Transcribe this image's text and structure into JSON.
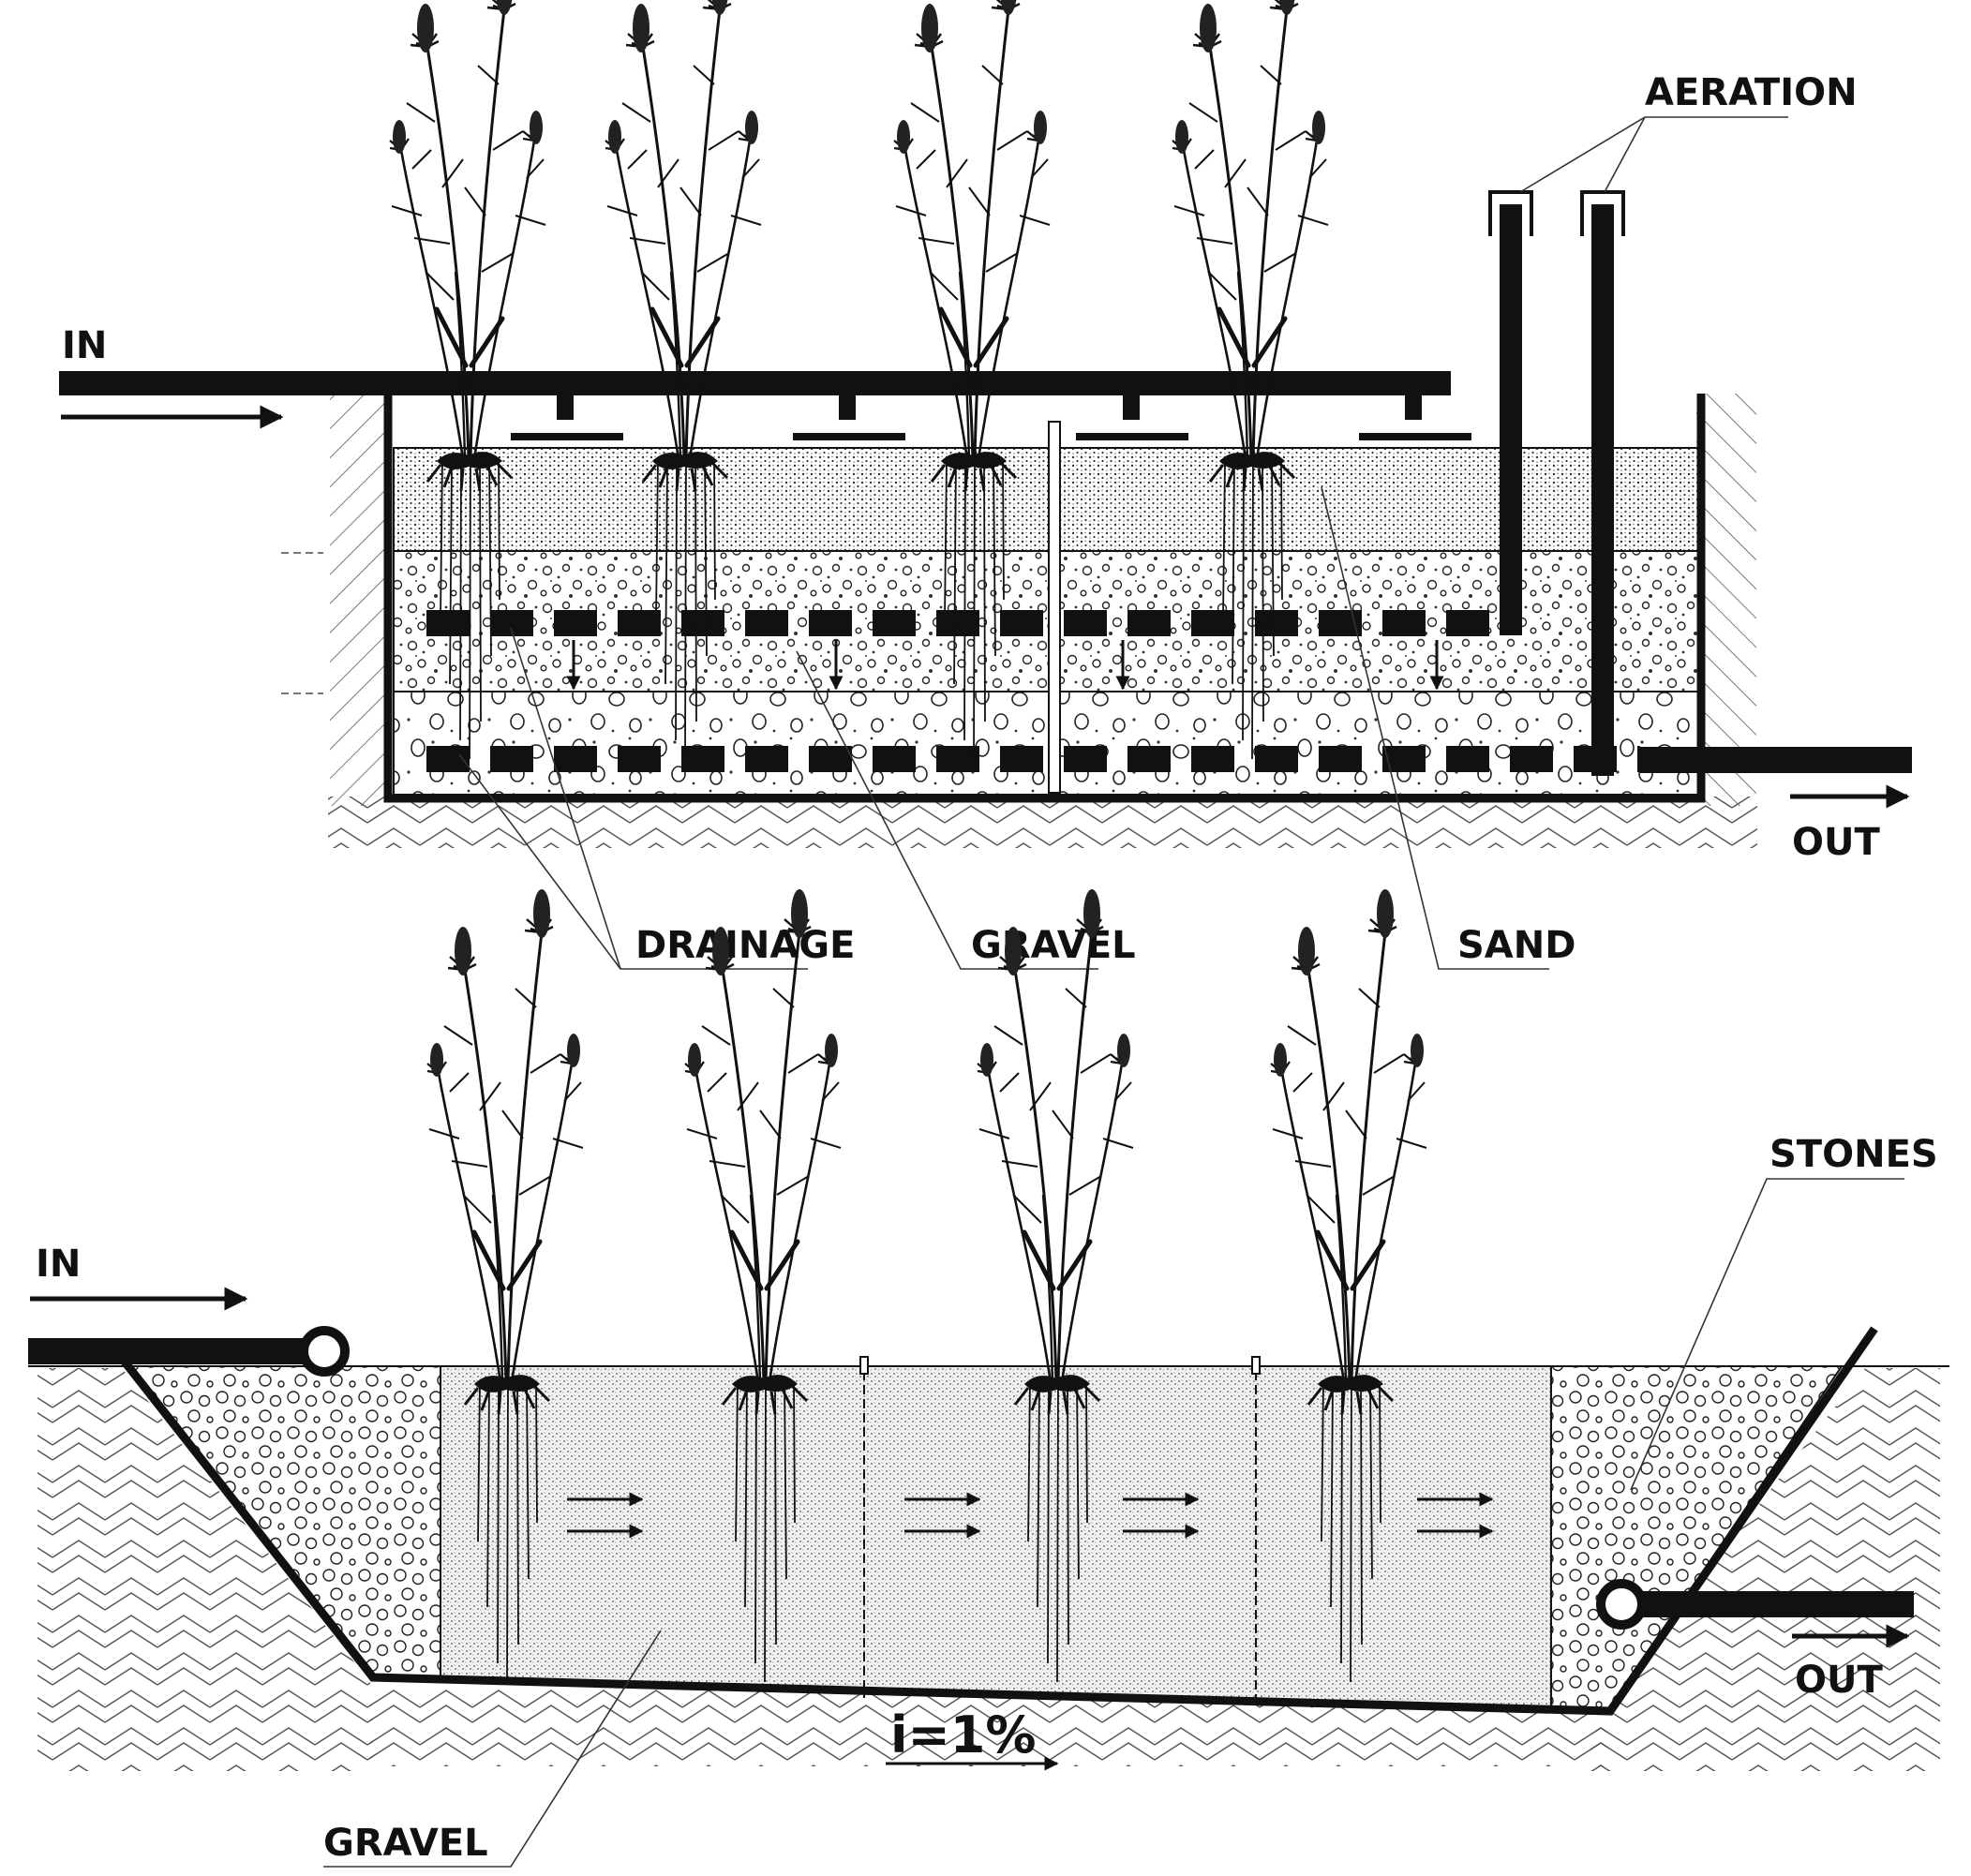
{
  "upper_section": {
    "inlet_label": "IN",
    "outlet_label": "OUT",
    "aeration_label": "AERATION",
    "drainage_label": "DRAINAGE",
    "gravel_label": "GRAVEL",
    "sand_label": "SAND"
  },
  "lower_section": {
    "inlet_label": "IN",
    "outlet_label": "OUT",
    "stones_label": "STONES",
    "gravel_label": "GRAVEL",
    "slope_label": "i=1%"
  },
  "colors": {
    "ink": "#111111",
    "fill_light": "#eeeeee",
    "background": "#ffffff"
  }
}
